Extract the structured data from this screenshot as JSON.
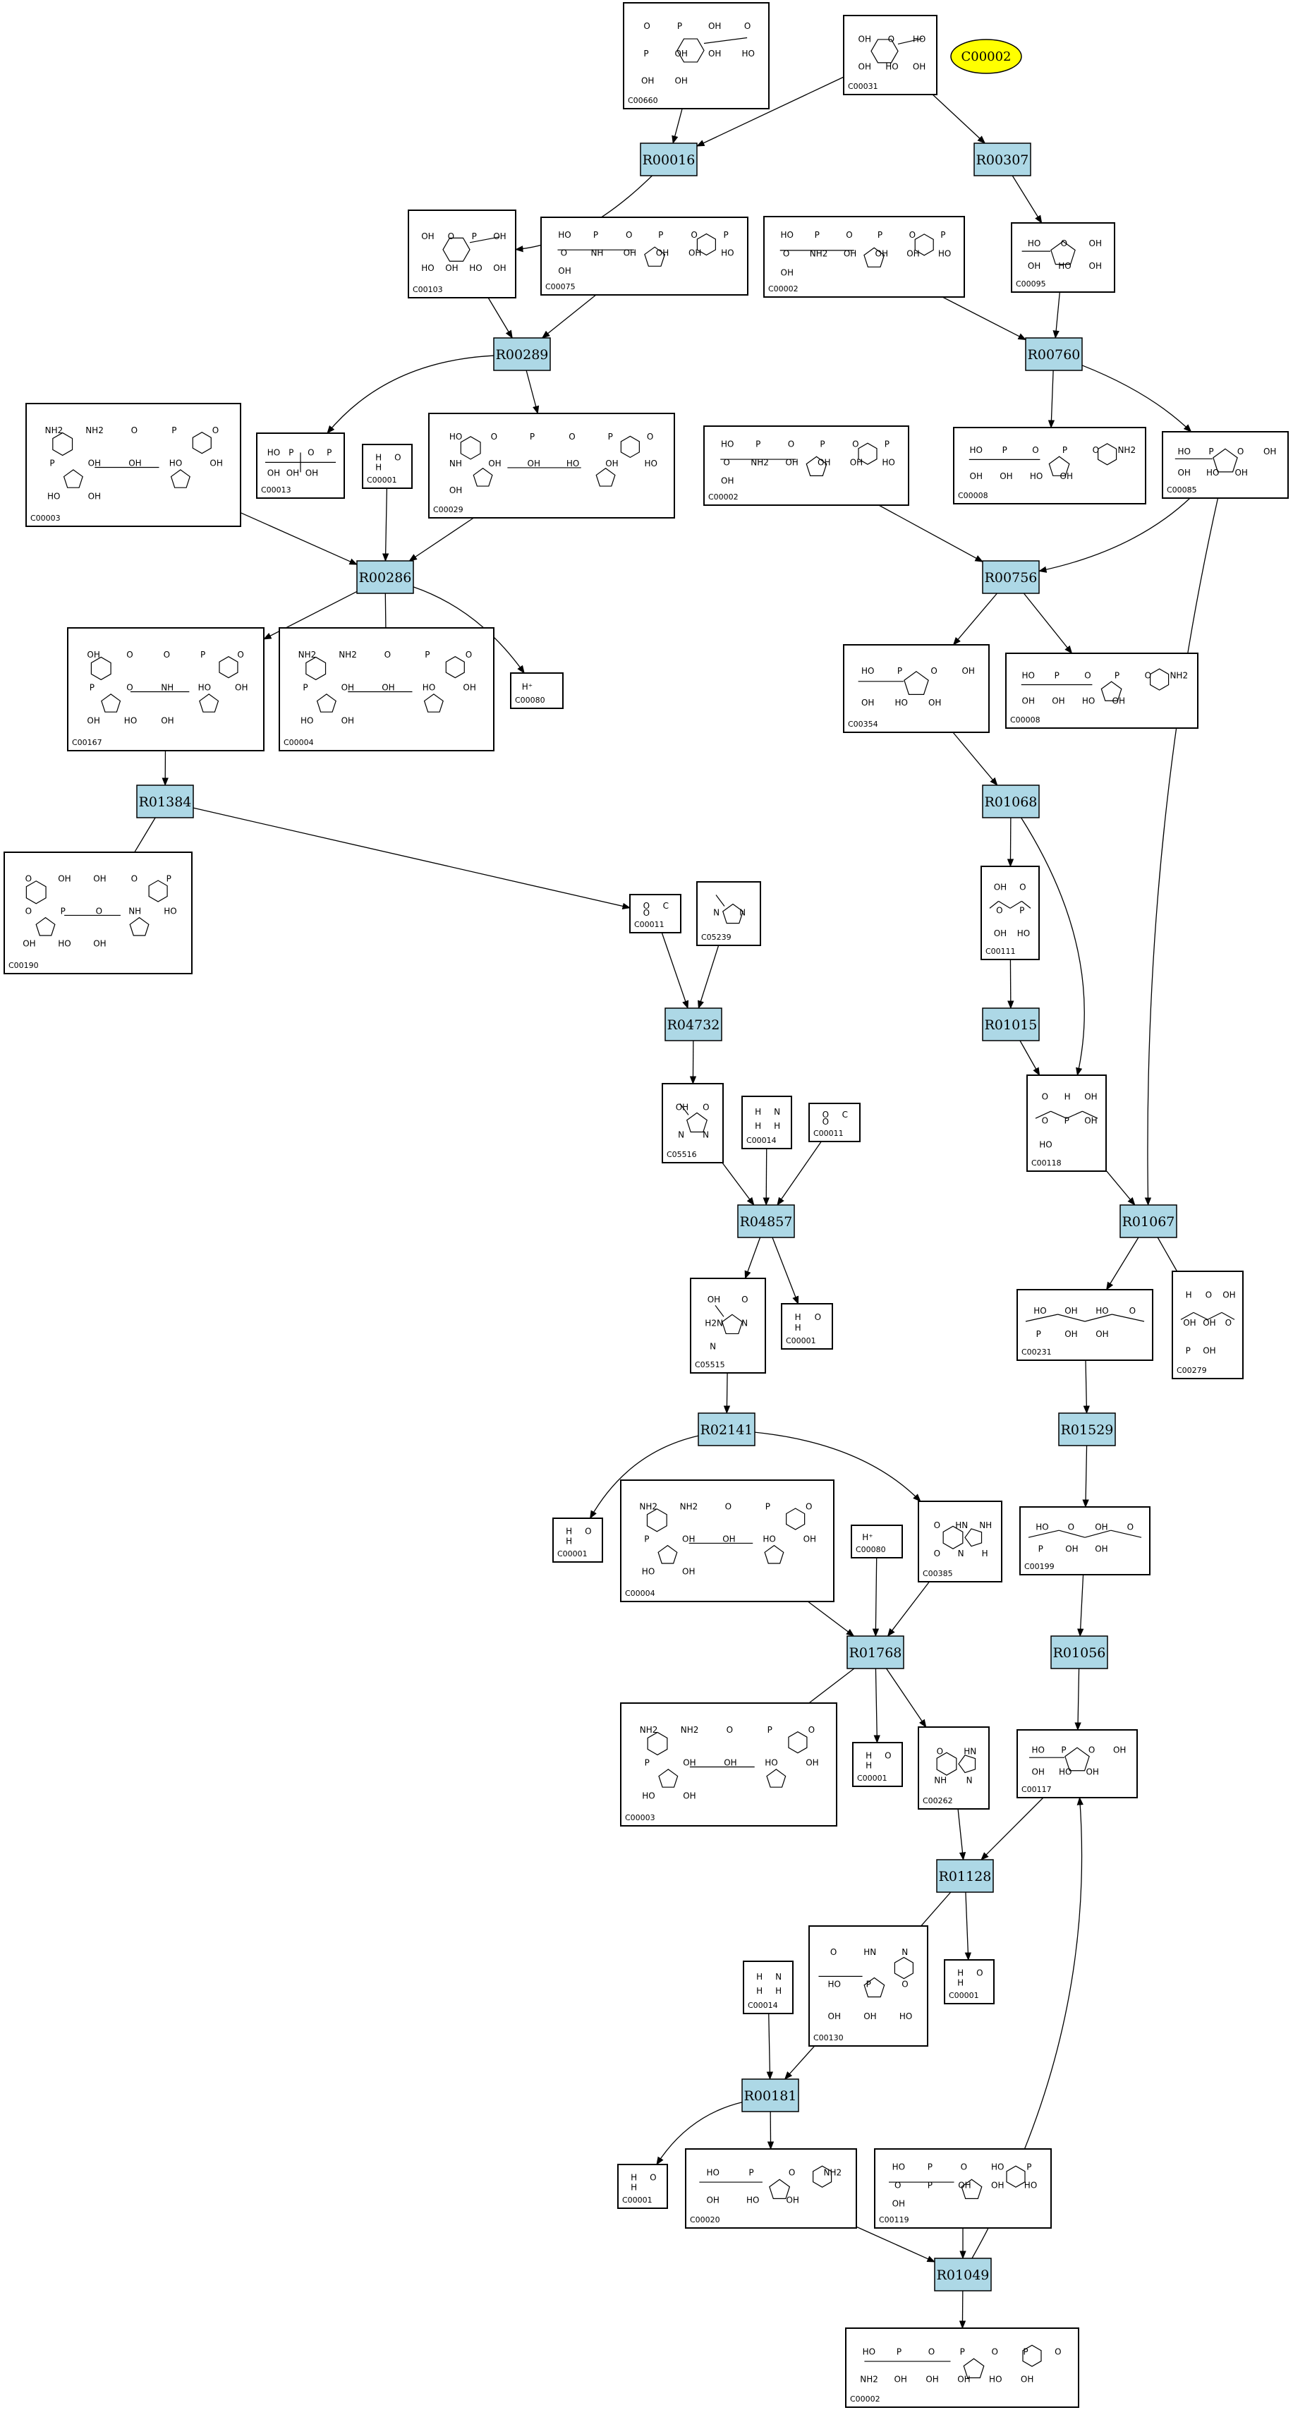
{
  "legend": {
    "label": "C00002",
    "color": "#ffff00"
  },
  "colors": {
    "reaction_fill": "#add8e6",
    "compound_fill": "#ffffff",
    "stroke": "#000000"
  },
  "reactions": [
    {
      "id": "R00016"
    },
    {
      "id": "R00307"
    },
    {
      "id": "R00289"
    },
    {
      "id": "R00760"
    },
    {
      "id": "R00286"
    },
    {
      "id": "R00756"
    },
    {
      "id": "R01384"
    },
    {
      "id": "R01068"
    },
    {
      "id": "R04732"
    },
    {
      "id": "R01015"
    },
    {
      "id": "R04857"
    },
    {
      "id": "R01067"
    },
    {
      "id": "R02141"
    },
    {
      "id": "R01529"
    },
    {
      "id": "R01768"
    },
    {
      "id": "R01056"
    },
    {
      "id": "R01128"
    },
    {
      "id": "R00181"
    },
    {
      "id": "R01049"
    }
  ],
  "compounds": [
    {
      "id": "C00660",
      "kind": "sugar_diphosphate",
      "labels": [
        "O",
        "P",
        "OH",
        "O",
        "P",
        "OH",
        "OH",
        "HO",
        "OH",
        "OH"
      ]
    },
    {
      "id": "C00031",
      "kind": "hexose",
      "labels": [
        "OH",
        "O",
        "HO",
        "OH",
        "HO",
        "OH"
      ]
    },
    {
      "id": "C00103",
      "kind": "hexose_phosphate",
      "labels": [
        "OH",
        "O",
        "P",
        "OH",
        "HO",
        "OH",
        "HO",
        "OH"
      ]
    },
    {
      "id": "C00075",
      "kind": "nucleotide_triphosphate",
      "labels": [
        "HO",
        "P",
        "O",
        "P",
        "O",
        "P",
        "O",
        "NH",
        "OH",
        "OH",
        "OH",
        "HO",
        "OH"
      ]
    },
    {
      "id": "C00002",
      "kind": "nucleotide_triphosphate",
      "labels": [
        "HO",
        "P",
        "O",
        "P",
        "O",
        "P",
        "O",
        "NH2",
        "OH",
        "OH",
        "OH",
        "HO",
        "OH"
      ]
    },
    {
      "id": "C00095",
      "kind": "furanose",
      "labels": [
        "HO",
        "O",
        "OH",
        "OH",
        "HO",
        "OH"
      ]
    },
    {
      "id": "C00003",
      "kind": "dinucleotide",
      "labels": [
        "NH2",
        "NH2",
        "O",
        "P",
        "O",
        "P",
        "OH",
        "OH",
        "HO",
        "OH",
        "HO",
        "OH"
      ]
    },
    {
      "id": "C00013",
      "kind": "pyrophosphate",
      "labels": [
        "HO",
        "P",
        "O",
        "P",
        "OH",
        "OH",
        "OH"
      ]
    },
    {
      "id": "C00001",
      "kind": "water",
      "labels": [
        "H",
        "O",
        "H"
      ]
    },
    {
      "id": "C00029",
      "kind": "sugar_nucleotide",
      "labels": [
        "HO",
        "O",
        "P",
        "O",
        "P",
        "O",
        "NH",
        "OH",
        "OH",
        "HO",
        "OH",
        "HO",
        "OH"
      ]
    },
    {
      "id": "C00008",
      "kind": "nucleotide_diphosphate",
      "labels": [
        "HO",
        "P",
        "O",
        "P",
        "O",
        "NH2",
        "OH",
        "OH",
        "HO",
        "OH"
      ]
    },
    {
      "id": "C00085",
      "kind": "furanose_phosphate",
      "labels": [
        "HO",
        "P",
        "O",
        "OH",
        "OH",
        "HO",
        "OH"
      ]
    },
    {
      "id": "C00167",
      "kind": "sugar_nucleotide",
      "labels": [
        "OH",
        "O",
        "O",
        "P",
        "O",
        "P",
        "O",
        "NH",
        "HO",
        "OH",
        "OH",
        "HO",
        "OH"
      ]
    },
    {
      "id": "C00004",
      "kind": "dinucleotide",
      "labels": [
        "NH2",
        "NH2",
        "O",
        "P",
        "O",
        "P",
        "OH",
        "OH",
        "HO",
        "OH",
        "HO",
        "OH"
      ]
    },
    {
      "id": "C00080",
      "kind": "proton",
      "labels": [
        "H⁺"
      ]
    },
    {
      "id": "C00354",
      "kind": "furanose_bisphosphate",
      "labels": [
        "HO",
        "P",
        "O",
        "OH",
        "OH",
        "HO",
        "OH"
      ]
    },
    {
      "id": "C00190",
      "kind": "sugar_nucleotide",
      "labels": [
        "O",
        "OH",
        "OH",
        "O",
        "P",
        "O",
        "P",
        "O",
        "NH",
        "HO",
        "OH",
        "HO",
        "OH"
      ]
    },
    {
      "id": "C00011",
      "kind": "co2",
      "labels": [
        "O",
        "C",
        "O"
      ]
    },
    {
      "id": "C05239",
      "kind": "imidazole",
      "labels": [
        "N",
        "N"
      ]
    },
    {
      "id": "C00111",
      "kind": "triose_phosphate",
      "labels": [
        "OH",
        "O",
        "O",
        "P",
        "OH",
        "HO"
      ]
    },
    {
      "id": "C05516",
      "kind": "imidazole_acid",
      "labels": [
        "OH",
        "O",
        "N",
        "N"
      ]
    },
    {
      "id": "C00014",
      "kind": "ammonia",
      "labels": [
        "H",
        "N",
        "H",
        "H"
      ]
    },
    {
      "id": "C00118",
      "kind": "triose_phosphate",
      "labels": [
        "O",
        "H",
        "OH",
        "O",
        "P",
        "OH",
        "HO"
      ]
    },
    {
      "id": "C05515",
      "kind": "imidazole_amide",
      "labels": [
        "OH",
        "O",
        "H2N",
        "N",
        "N"
      ]
    },
    {
      "id": "C00231",
      "kind": "pentulose_phosphate",
      "labels": [
        "HO",
        "OH",
        "HO",
        "O",
        "P",
        "OH",
        "OH"
      ]
    },
    {
      "id": "C00279",
      "kind": "tetrose_phosphate",
      "labels": [
        "H",
        "O",
        "OH",
        "OH",
        "OH",
        "O",
        "P",
        "OH"
      ]
    },
    {
      "id": "C00385",
      "kind": "purine",
      "labels": [
        "O",
        "HN",
        "NH",
        "O",
        "N",
        "H"
      ]
    },
    {
      "id": "C00199",
      "kind": "pentulose_phosphate",
      "labels": [
        "HO",
        "O",
        "OH",
        "O",
        "P",
        "OH",
        "OH"
      ]
    },
    {
      "id": "C00262",
      "kind": "purine",
      "labels": [
        "O",
        "HN",
        "NH",
        "N"
      ]
    },
    {
      "id": "C00117",
      "kind": "furanose_phosphate",
      "labels": [
        "HO",
        "P",
        "O",
        "OH",
        "OH",
        "HO",
        "OH"
      ]
    },
    {
      "id": "C00130",
      "kind": "nucleotide_monophosphate",
      "labels": [
        "O",
        "HN",
        "N",
        "HO",
        "P",
        "O",
        "OH",
        "OH",
        "HO"
      ]
    },
    {
      "id": "C00020",
      "kind": "nucleotide_monophosphate",
      "labels": [
        "HO",
        "P",
        "O",
        "NH2",
        "OH",
        "HO",
        "OH"
      ]
    },
    {
      "id": "C00119",
      "kind": "furanose_diphosphate",
      "labels": [
        "HO",
        "P",
        "O",
        "HO",
        "P",
        "O",
        "P",
        "OH",
        "OH",
        "HO",
        "OH"
      ]
    }
  ]
}
